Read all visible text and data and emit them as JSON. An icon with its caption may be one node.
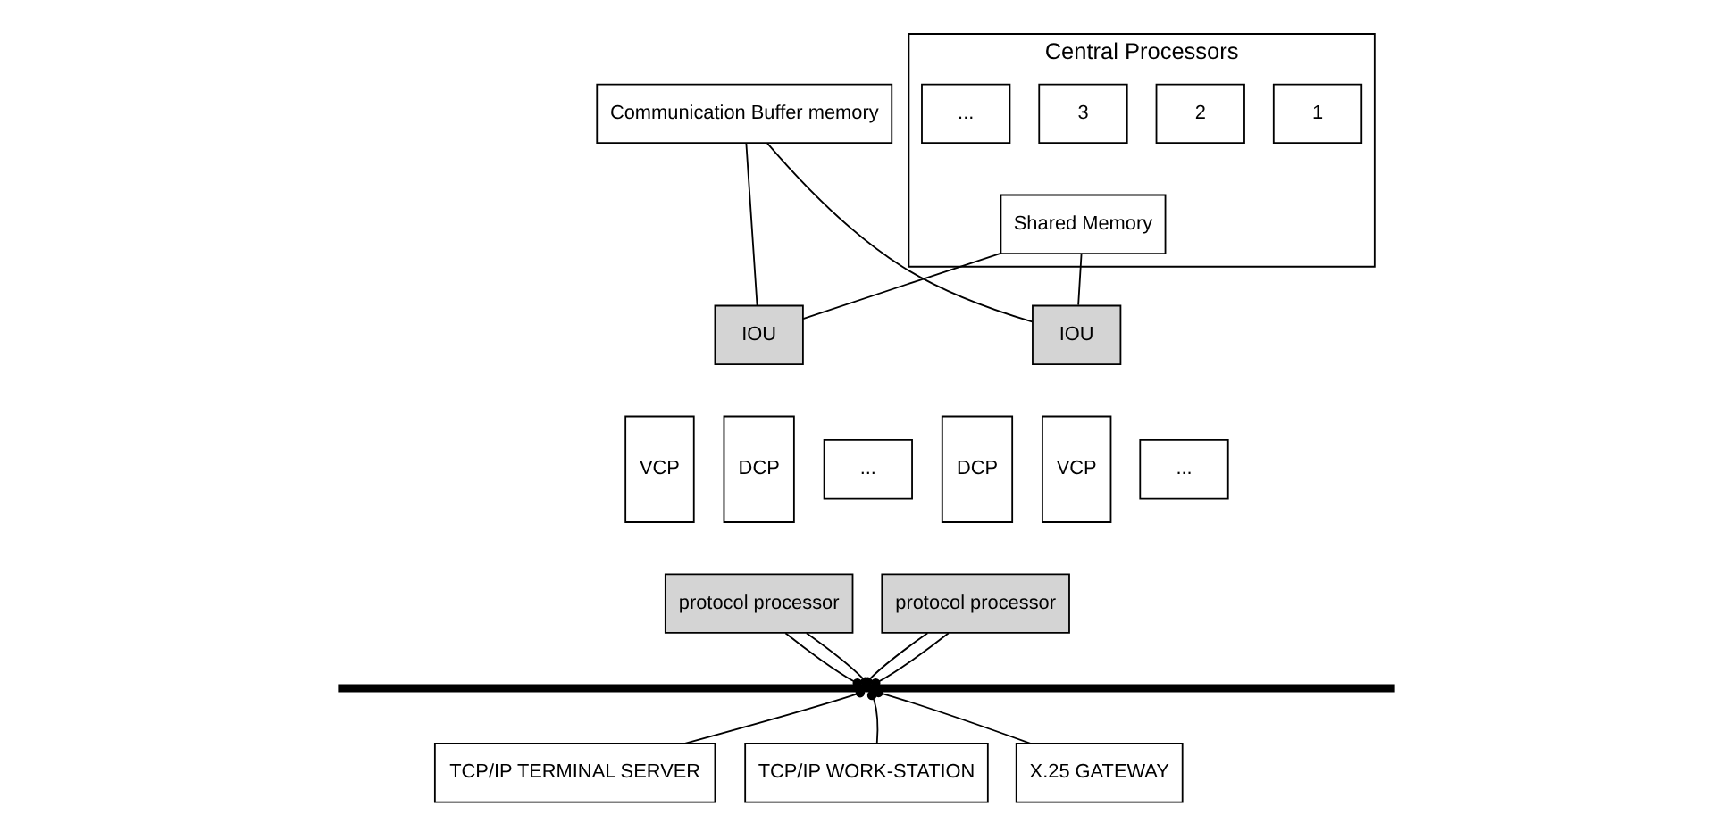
{
  "diagram": {
    "nodes": [
      {
        "text": [
          "Communication Buffer memory"
        ]
      },
      {
        "text": [
          "Central Processors"
        ]
      },
      {
        "text": [
          "1"
        ],
        "in": 1
      },
      {
        "text": [
          "2"
        ],
        "in": 1
      },
      {
        "text": [
          "3"
        ],
        "in": 1
      },
      {
        "text": [
          "..."
        ],
        "in": 1
      },
      {
        "text": [
          "Shared Memory"
        ],
        "in": 1
      },
      {
        "text": [
          "IOU"
        ]
      },
      {
        "text": [
          "DCP"
        ]
      },
      {
        "text": [
          "VCP"
        ]
      },
      {
        "text": [
          "..."
        ]
      },
      {
        "text": [
          "protocol processor"
        ]
      },
      {
        "text": [
          "IOU"
        ]
      },
      {
        "text": [
          "VCP"
        ]
      },
      {
        "text": [
          "DCP"
        ]
      },
      {
        "text": [
          "..."
        ]
      },
      {
        "text": [
          "protocol processor"
        ]
      },
      {
        "text": [],
        "shape": "bar"
      },
      {
        "text": [
          "TCP/IP TERMINAL SERVER"
        ]
      },
      {
        "text": [
          "TCP/IP WORK-STATION"
        ]
      },
      {
        "text": [
          "X.25 GATEWAY"
        ]
      }
    ],
    "edges": [
      {
        "from": 0,
        "to": 7,
        "arrow": "none"
      },
      {
        "from": 0,
        "to": 12,
        "arrow": "none"
      },
      {
        "from": 6,
        "to": 7,
        "arrow": "none"
      },
      {
        "from": 6,
        "to": 12,
        "arrow": "none"
      },
      {
        "from": 11,
        "to": 17,
        "arrow": "other"
      },
      {
        "from": 11,
        "to": 17,
        "arrow": "other"
      },
      {
        "from": 16,
        "to": 17,
        "arrow": "other"
      },
      {
        "from": 16,
        "to": 17,
        "arrow": "other"
      },
      {
        "from": 18,
        "to": 17,
        "arrow": "other"
      },
      {
        "from": 19,
        "to": 17,
        "arrow": "other"
      },
      {
        "from": 20,
        "to": 17,
        "arrow": "other"
      }
    ]
  }
}
